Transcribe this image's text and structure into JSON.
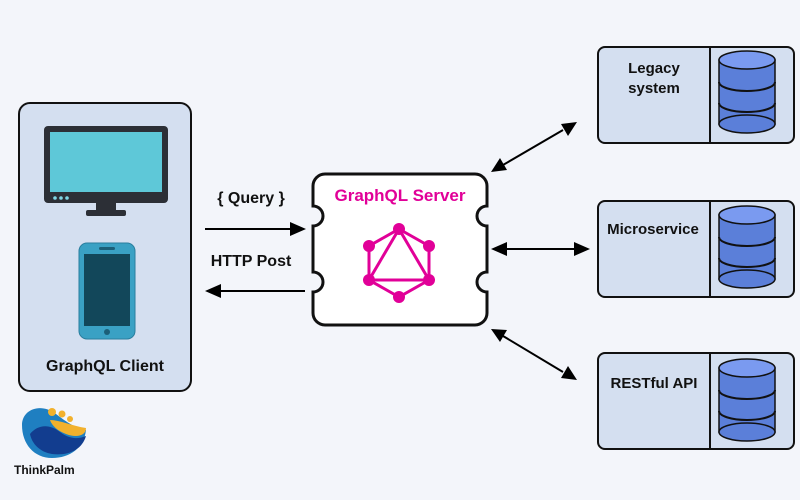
{
  "client": {
    "label": "GraphQL Client",
    "icons": [
      "monitor-icon",
      "phone-icon"
    ]
  },
  "server": {
    "label": "GraphQL Server",
    "icon": "graphql-logo-icon",
    "accent": "#e10098"
  },
  "edges": {
    "query_label": "{ Query }",
    "post_label": "HTTP Post"
  },
  "backends": [
    {
      "line1": "Legacy",
      "line2": "system"
    },
    {
      "line1": "Microservice",
      "line2": ""
    },
    {
      "line1": "RESTful API",
      "line2": ""
    }
  ],
  "brand": {
    "name": "ThinkPalm"
  },
  "colors": {
    "box_fill": "#d4dff0",
    "screen": "#5ec8d8",
    "phone_body": "#3aa1c4",
    "phone_screen": "#12475a",
    "db_fill": "#5b7fd9",
    "db_top": "#7a9af0",
    "server_accent": "#e10098"
  }
}
